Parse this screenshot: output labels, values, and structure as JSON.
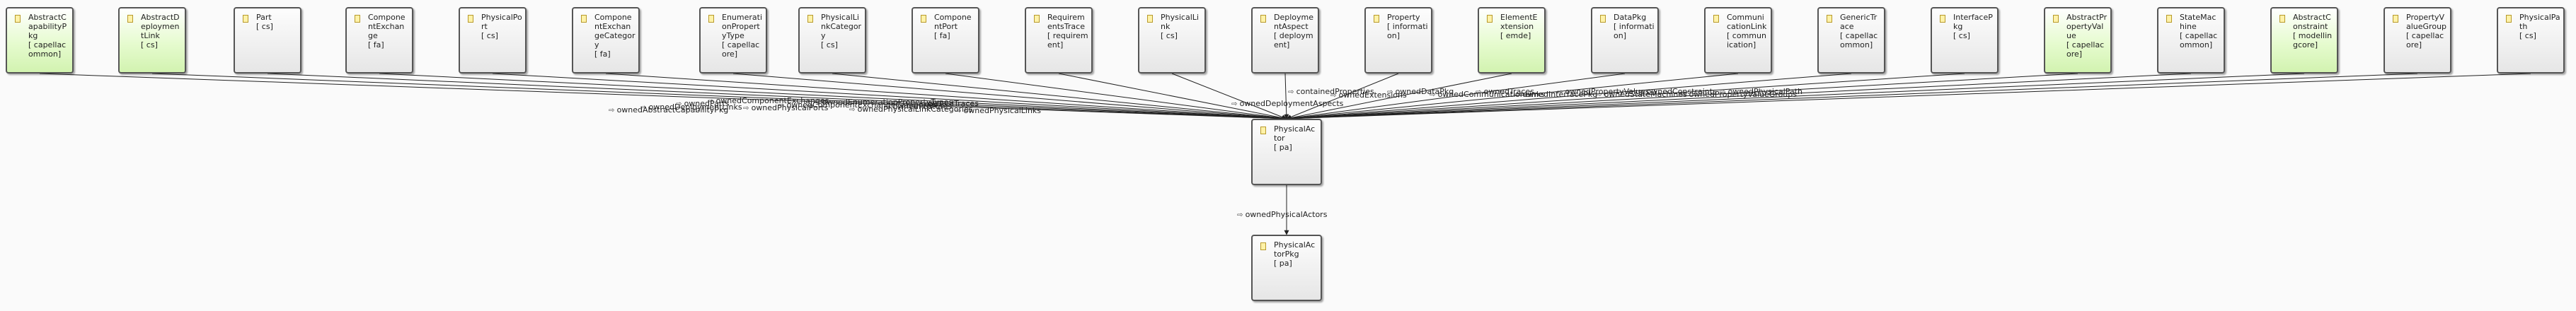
{
  "nodes": [
    {
      "id": "n1",
      "name": "AbstractCapabilityPkg",
      "pkg": "[ capellacommon]",
      "green": true
    },
    {
      "id": "n2",
      "name": "AbstractDeploymentLink",
      "pkg": "[ cs]",
      "green": true
    },
    {
      "id": "n3",
      "name": "Part",
      "pkg": "[ cs]",
      "green": false
    },
    {
      "id": "n4",
      "name": "ComponentExchange",
      "pkg": "[ fa]",
      "green": false
    },
    {
      "id": "n5",
      "name": "PhysicalPort",
      "pkg": "[ cs]",
      "green": false
    },
    {
      "id": "n6",
      "name": "ComponentExchangeCategory",
      "pkg": "[ fa]",
      "green": false
    },
    {
      "id": "n7",
      "name": "EnumerationPropertyType",
      "pkg": "[ capellacore]",
      "green": false
    },
    {
      "id": "n8",
      "name": "PhysicalLinkCategory",
      "pkg": "[ cs]",
      "green": false
    },
    {
      "id": "n9",
      "name": "ComponentPort",
      "pkg": "[ fa]",
      "green": false
    },
    {
      "id": "n10",
      "name": "RequirementsTrace",
      "pkg": "[ requirement]",
      "green": false
    },
    {
      "id": "n11",
      "name": "PhysicalLink",
      "pkg": "[ cs]",
      "green": false
    },
    {
      "id": "n12",
      "name": "DeploymentAspect",
      "pkg": "[ deployment]",
      "green": false
    },
    {
      "id": "n13",
      "name": "Property",
      "pkg": "[ information]",
      "green": false
    },
    {
      "id": "n14",
      "name": "ElementExtension",
      "pkg": "[ emde]",
      "green": true
    },
    {
      "id": "n15",
      "name": "DataPkg",
      "pkg": "[ information]",
      "green": false
    },
    {
      "id": "n16",
      "name": "CommunicationLink",
      "pkg": "[ communication]",
      "green": false
    },
    {
      "id": "n17",
      "name": "GenericTrace",
      "pkg": "[ capellacommon]",
      "green": false
    },
    {
      "id": "n18",
      "name": "InterfacePkg",
      "pkg": "[ cs]",
      "green": false
    },
    {
      "id": "n19",
      "name": "AbstractPropertyValue",
      "pkg": "[ capellacore]",
      "green": true
    },
    {
      "id": "n20",
      "name": "StateMachine",
      "pkg": "[ capellacommon]",
      "green": false
    },
    {
      "id": "n21",
      "name": "AbstractConstraint",
      "pkg": "[ modellingcore]",
      "green": true
    },
    {
      "id": "n22",
      "name": "PropertyValueGroup",
      "pkg": "[ capellacore]",
      "green": false
    },
    {
      "id": "n23",
      "name": "PhysicalPath",
      "pkg": "[ cs]",
      "green": false
    },
    {
      "id": "center",
      "name": "PhysicalActor",
      "pkg": "[ pa]",
      "green": false
    },
    {
      "id": "bottom",
      "name": "PhysicalActorPkg",
      "pkg": "[ pa]",
      "green": false
    }
  ],
  "edges": [
    {
      "from": "n1",
      "to": "center",
      "label": "ownedAbstractCapabilityPkg"
    },
    {
      "from": "n2",
      "to": "center",
      "label": "ownedDeploymentLinks"
    },
    {
      "from": "n3",
      "to": "center",
      "label": "ownedParts"
    },
    {
      "from": "n4",
      "to": "center",
      "label": "ownedComponentExchanges"
    },
    {
      "from": "n5",
      "to": "center",
      "label": "ownedPhysicalPorts"
    },
    {
      "from": "n6",
      "to": "center",
      "label": "ownedComponentExchangeCategories"
    },
    {
      "from": "n7",
      "to": "center",
      "label": "ownedEnumerationPropertyTypes"
    },
    {
      "from": "n8",
      "to": "center",
      "label": "ownedPhysicalLinkCategories"
    },
    {
      "from": "n9",
      "to": "center",
      "label": "ownedFeatures"
    },
    {
      "from": "n10",
      "to": "center",
      "label": "ownedTraces"
    },
    {
      "from": "n11",
      "to": "center",
      "label": "ownedPhysicalLinks"
    },
    {
      "from": "n12",
      "to": "center",
      "label": "ownedDeploymentAspects"
    },
    {
      "from": "n13",
      "to": "center",
      "label": "containedProperties"
    },
    {
      "from": "n14",
      "to": "center",
      "label": "ownedExtensions"
    },
    {
      "from": "n15",
      "to": "center",
      "label": "ownedDataPkg"
    },
    {
      "from": "n16",
      "to": "center",
      "label": "ownedCommunicationLinks"
    },
    {
      "from": "n17",
      "to": "center",
      "label": "ownedTraces"
    },
    {
      "from": "n18",
      "to": "center",
      "label": "ownedInterfacePkg"
    },
    {
      "from": "n19",
      "to": "center",
      "label": "ownedPropertyValues"
    },
    {
      "from": "n20",
      "to": "center",
      "label": "ownedStateMachines"
    },
    {
      "from": "n21",
      "to": "center",
      "label": "ownedConstraints"
    },
    {
      "from": "n22",
      "to": "center",
      "label": "ownedPropertyValueGroups"
    },
    {
      "from": "n23",
      "to": "center",
      "label": "ownedPhysicalPath"
    },
    {
      "from": "center",
      "to": "bottom",
      "label": "ownedPhysicalActors"
    }
  ],
  "colors": {
    "node_border": "#555555",
    "node_fill": "#e6e6e6",
    "node_fill_green": "#d2f3b0",
    "edge": "#222222",
    "background": "#fafafa"
  }
}
